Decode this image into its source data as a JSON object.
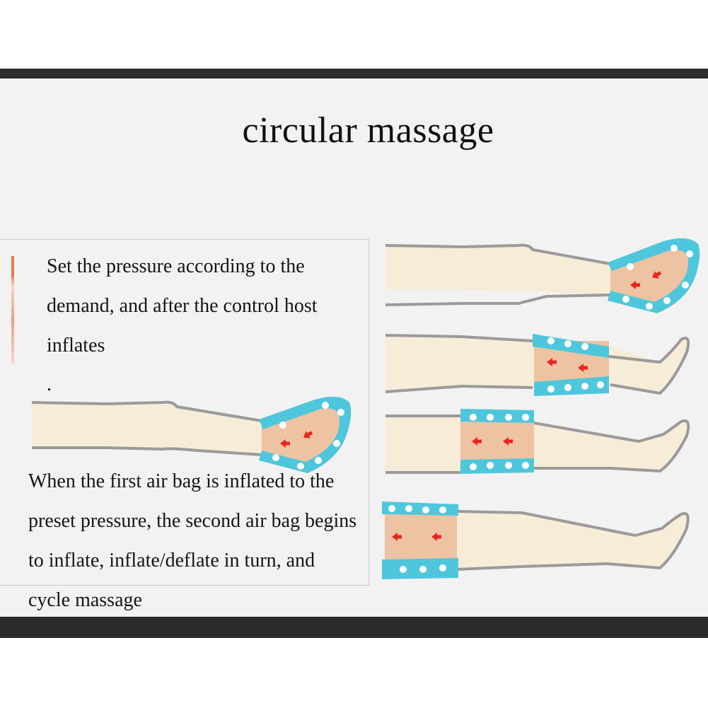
{
  "title": "circular massage",
  "description": {
    "step1": "Set the pressure according to the demand, and after the control host inflates",
    "separator": ".",
    "step2": "When the first air bag is inflated to the preset pressure, the second air bag begins to inflate, inflate/deflate in turn, and cycle massage"
  },
  "colors": {
    "frame_bar": "#2b2b2b",
    "panel_background": "#f3f2f2",
    "leg_fill": "#f7ecd7",
    "airbag": "#4ec7dc",
    "active_zone": "#edc3a3",
    "arrow": "#e8261c"
  },
  "icons": {
    "arrow": "red-arrow-left-icon",
    "airbag_dot": "air-bubble-icon"
  },
  "legs": [
    {
      "name": "leg-foot-stage",
      "inflated_section": "foot"
    },
    {
      "name": "leg-calf-stage",
      "inflated_section": "calf"
    },
    {
      "name": "leg-knee-stage",
      "inflated_section": "knee"
    },
    {
      "name": "leg-thigh-stage",
      "inflated_section": "thigh"
    }
  ]
}
